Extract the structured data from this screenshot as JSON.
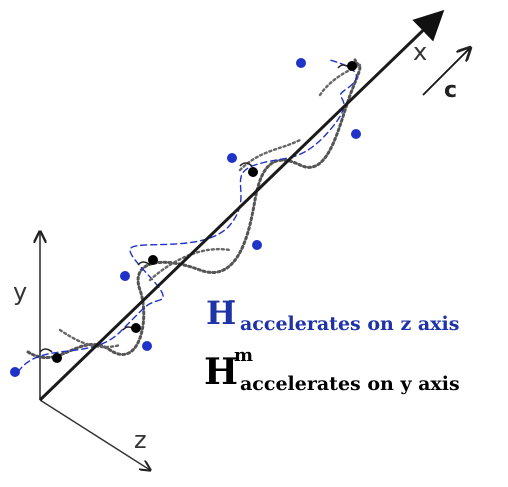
{
  "axes": {
    "x_label": "x",
    "y_label": "y",
    "z_label": "z",
    "propagation_label": "c"
  },
  "legend": {
    "line1": {
      "symbol": "H",
      "superscript": "-",
      "text": "accelerates on z axis",
      "color": "#1f33a8"
    },
    "line2": {
      "symbol": "H",
      "superscript": "m",
      "text": "accelerates on y axis",
      "color": "#000000"
    }
  },
  "colors": {
    "axis": "#2b2b2b",
    "blue_particle": "#1f33c8",
    "black_particle": "#000000",
    "helix_dotted": "#555555",
    "blue_dashed": "#1f33c8"
  },
  "icons": [
    "arrow-head-icon"
  ]
}
